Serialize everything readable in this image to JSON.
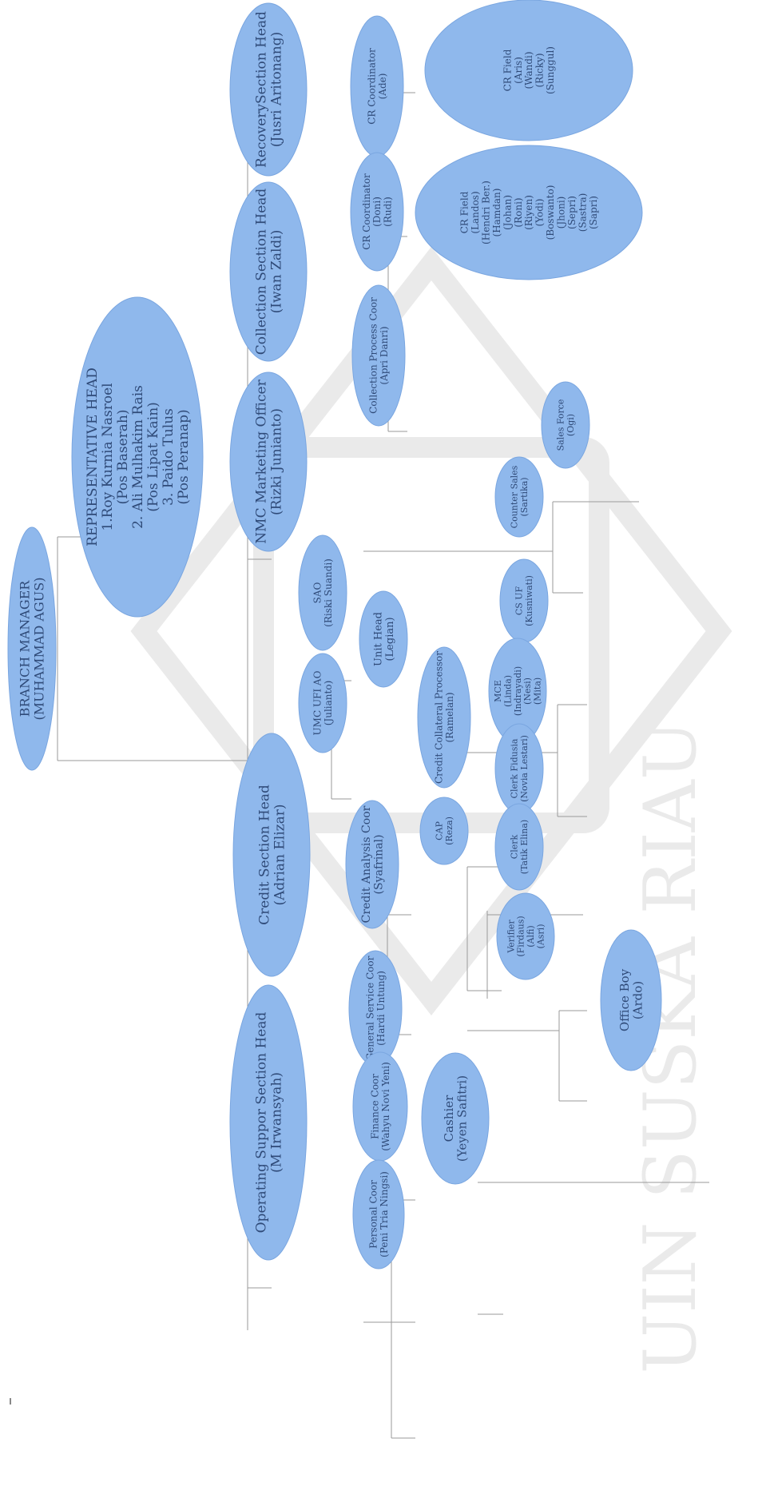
{
  "watermark": "UIN SUSKA RIAU",
  "nodes": [
    {
      "id": "branch_manager",
      "lines": [
        "BRANCH MANAGER",
        "(MUHAMMAD AGUS)"
      ]
    },
    {
      "id": "representative_head",
      "lines": [
        "REPRESENTATIVE HEAD",
        "1.Roy Kurnia Nasroel",
        "(Pos Baserah)",
        "2. Ali Mulhakim Rais",
        "(Pos Lipat Kain)",
        "3. Paido Tulus",
        "(Pos Peranap)"
      ]
    },
    {
      "id": "recovery_head",
      "lines": [
        "RecoverySection Head",
        "(Jusri Aritonang)"
      ]
    },
    {
      "id": "collection_head",
      "lines": [
        "Collection Section Head",
        "(Iwan Zaldi)"
      ]
    },
    {
      "id": "nmc_officer",
      "lines": [
        "NMC Marketing Officer",
        "(Rizki Junianto)"
      ]
    },
    {
      "id": "sao",
      "lines": [
        "SAO",
        "(Riski Suandi)"
      ]
    },
    {
      "id": "umc_ufi_ao",
      "lines": [
        "UMC UFI AO",
        "(Julianto)"
      ]
    },
    {
      "id": "unit_head",
      "lines": [
        "Unit Head",
        "(Legian)"
      ]
    },
    {
      "id": "credit_head",
      "lines": [
        "Credit Section Head",
        "(Adrian Elizar)"
      ]
    },
    {
      "id": "operating_head",
      "lines": [
        "Operating Suppor Section Head",
        "(M Irwansyah)"
      ]
    },
    {
      "id": "cr_coordinator_ade",
      "lines": [
        "CR Coordinator",
        "(Ade)"
      ]
    },
    {
      "id": "cr_field_1",
      "lines": [
        "CR Field",
        "(Aris)",
        "(Wandi)",
        "(Ricky)",
        "(Sunggul)"
      ]
    },
    {
      "id": "cr_coordinator_doni",
      "lines": [
        "CR Coordinator",
        "(Doni)",
        "(Rudi)"
      ]
    },
    {
      "id": "cr_field_2",
      "lines": [
        "CR Field",
        "(Landos)",
        "(Hendri Ber.)",
        "(Hamdan)",
        "(Johan)",
        "(Roni)",
        "(Riyen)",
        "(Yodi)",
        "(Boswanto)",
        "(Jhoni)",
        "(Sepri)",
        "(Sastra)",
        "(Sapri)"
      ]
    },
    {
      "id": "collection_process_coor",
      "lines": [
        "Collection Process Coor",
        "(Apri Danri)"
      ]
    },
    {
      "id": "sales_force",
      "lines": [
        "Sales Force",
        "(Ogi)"
      ]
    },
    {
      "id": "counter_sales",
      "lines": [
        "Counter Sales",
        "(Sartika)"
      ]
    },
    {
      "id": "cs_uf",
      "lines": [
        "CS UF",
        "(Kusniwati)"
      ]
    },
    {
      "id": "mce",
      "lines": [
        "MCE",
        "(Linda)",
        "(Indrayadi)",
        "(Nesi)",
        "(Mita)"
      ]
    },
    {
      "id": "credit_collateral_processor",
      "lines": [
        "Credit Collateral Processor",
        "(Ramelan)"
      ]
    },
    {
      "id": "clerk_fidusia",
      "lines": [
        "Clerk Fidusia",
        "(Novia Lestari)"
      ]
    },
    {
      "id": "cap",
      "lines": [
        "CAP",
        "(Reza)"
      ]
    },
    {
      "id": "credit_analysis_coor",
      "lines": [
        "Credit Analysis Coor",
        "(Syafrinal)"
      ]
    },
    {
      "id": "clerk",
      "lines": [
        "Clerk",
        "(Tatik Elina)"
      ]
    },
    {
      "id": "verifier",
      "lines": [
        "Verifier",
        "(Firdaus)",
        "(Alfi)",
        "(Asri)"
      ]
    },
    {
      "id": "general_service_coor",
      "lines": [
        "General Service Coor",
        "(Hardi Untung)"
      ]
    },
    {
      "id": "office_boy",
      "lines": [
        "Office Boy",
        "(Ardo)"
      ]
    },
    {
      "id": "finance_coor",
      "lines": [
        "Finance Coor",
        "(Wahyu Novi Yeni)"
      ]
    },
    {
      "id": "cashier",
      "lines": [
        "Cashier",
        "(Yeyen Safitri)"
      ]
    },
    {
      "id": "personal_coor",
      "lines": [
        "Personal Coor",
        "(Peni Tria Ningsi)"
      ]
    }
  ]
}
